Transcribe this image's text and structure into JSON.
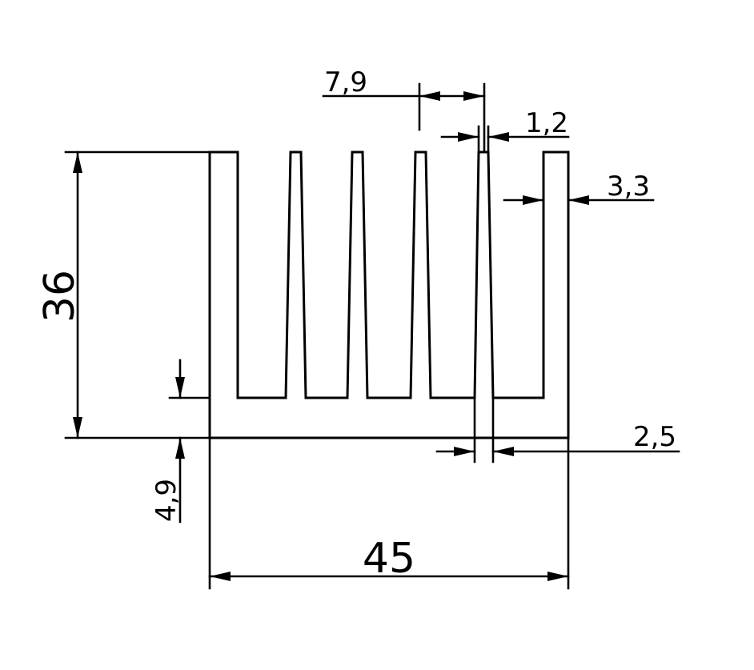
{
  "drawing": {
    "dimensions": {
      "height_total": "36",
      "width_total": "45",
      "fin_pitch": "7,9",
      "fin_tip_width": "1,2",
      "outer_fin_width": "3,3",
      "fin_base_width": "2,5",
      "base_thickness": "4,9"
    }
  }
}
